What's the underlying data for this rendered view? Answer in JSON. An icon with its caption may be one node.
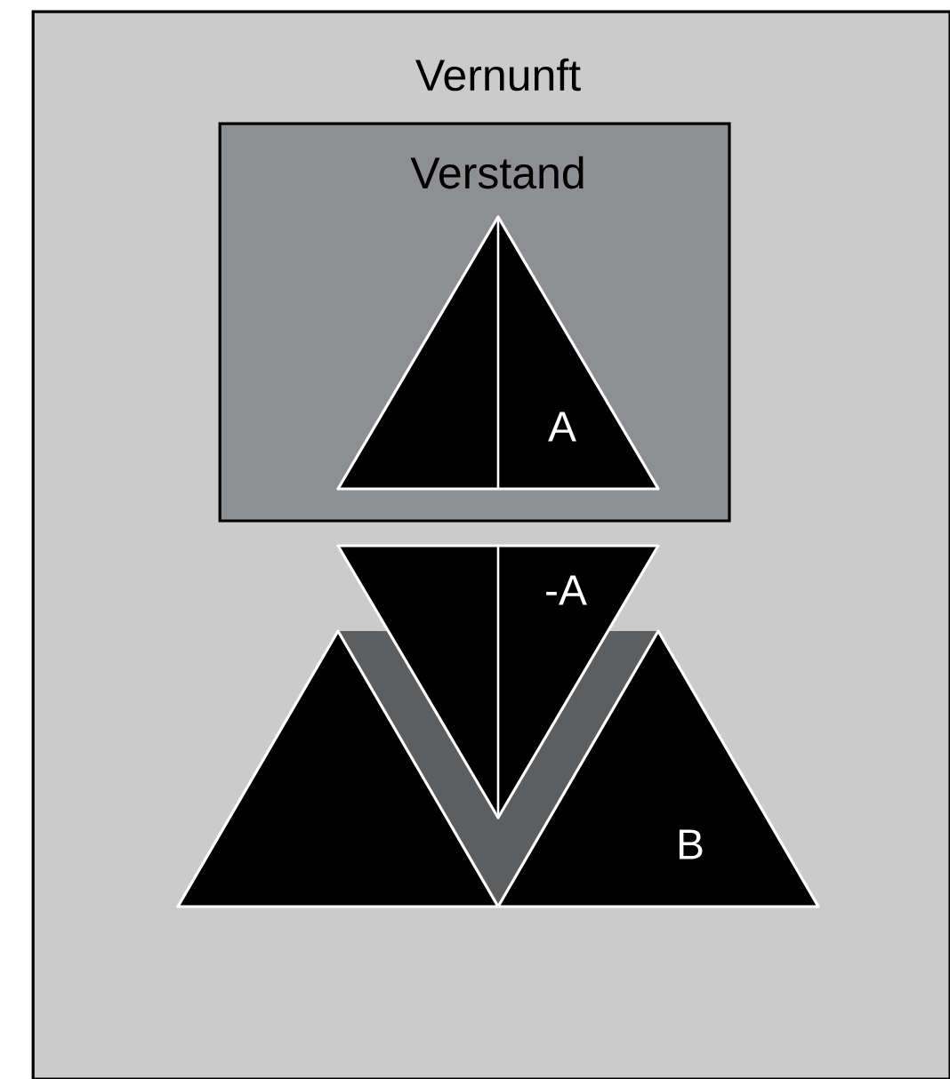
{
  "diagram": {
    "nodes": [
      {
        "text": [
          "Vernunft"
        ]
      },
      {
        "text": [
          "Verstand"
        ],
        "in": 0
      },
      {
        "text": [
          "A"
        ],
        "in": 1
      },
      {
        "text": [
          "-A"
        ],
        "in": 0
      },
      {
        "text": [],
        "shape": "triangle",
        "in": 0
      },
      {
        "text": [
          "B"
        ],
        "in": 0
      }
    ]
  }
}
